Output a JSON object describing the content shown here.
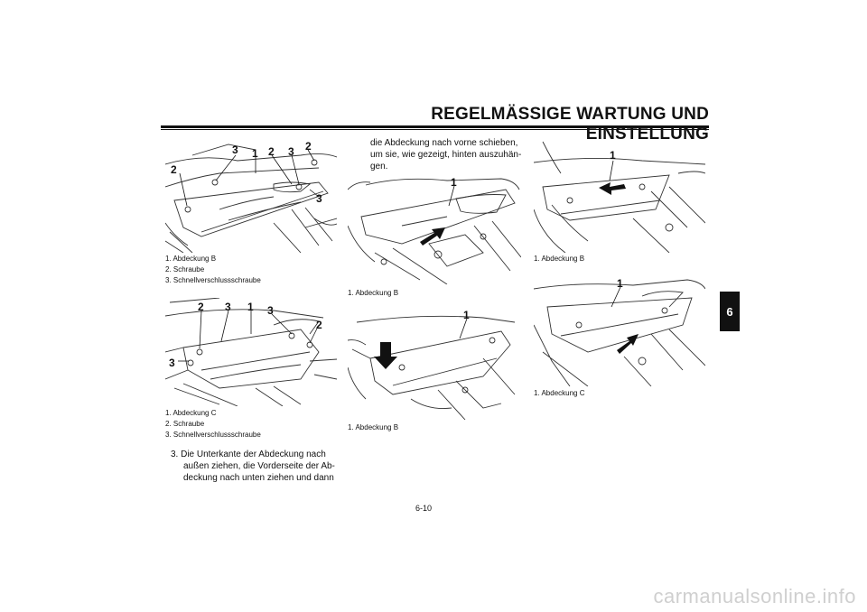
{
  "header": {
    "title": "REGELMÄSSIGE WARTUNG UND EINSTELLUNG",
    "chapter_tab": "6"
  },
  "figures": {
    "fig1": {
      "callouts": [
        "3",
        "1",
        "2",
        "3",
        "2",
        "2",
        "3"
      ],
      "caption": [
        "1. Abdeckung B",
        "2. Schraube",
        "3. Schnellverschlussschraube"
      ]
    },
    "fig2": {
      "callouts": [
        "2",
        "3",
        "1",
        "3",
        "2",
        "3"
      ],
      "caption": [
        "1. Abdeckung C",
        "2. Schraube",
        "3. Schnellverschlussschraube"
      ]
    },
    "fig3": {
      "callouts": [
        "1"
      ],
      "caption": [
        "1. Abdeckung B"
      ]
    },
    "fig4": {
      "callouts": [
        "1"
      ],
      "caption": [
        "1. Abdeckung B"
      ]
    },
    "fig5": {
      "callouts": [
        "1"
      ],
      "caption": [
        "1. Abdeckung B"
      ]
    },
    "fig6": {
      "callouts": [
        "1"
      ],
      "caption": [
        "1. Abdeckung C"
      ]
    }
  },
  "step3": {
    "lines": [
      "3. Die Unterkante der Abdeckung nach",
      "außen ziehen, die Vorderseite der Ab-",
      "deckung nach unten ziehen und dann"
    ]
  },
  "continuation": {
    "lines": [
      "die Abdeckung nach vorne schieben,",
      "um sie, wie gezeigt, hinten auszuhän-",
      "gen."
    ]
  },
  "page_number": "6-10",
  "watermark": "carmanualsonline.info"
}
